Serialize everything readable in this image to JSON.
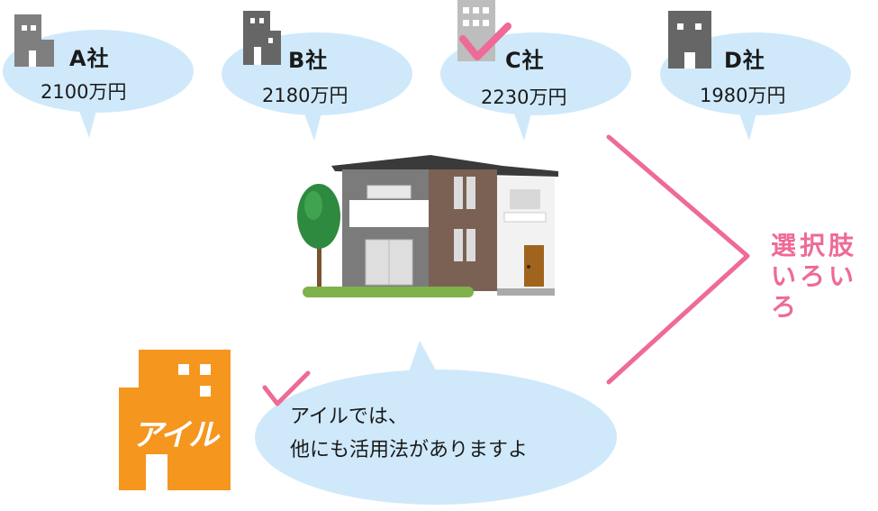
{
  "companies": [
    {
      "name": "A社",
      "price": "2100万円",
      "building_color": "#7f7f7f"
    },
    {
      "name": "B社",
      "price": "2180万円",
      "building_color": "#666666"
    },
    {
      "name": "C社",
      "price": "2230万円",
      "building_color": "#bdbdbd"
    },
    {
      "name": "D社",
      "price": "1980万円",
      "building_color": "#666666"
    }
  ],
  "selected_company": "C社",
  "side_label": {
    "line1": "選択肢",
    "line2": "いろいろ"
  },
  "aile": {
    "logo_text": "アイル",
    "message_line1": "アイルでは、",
    "message_line2": "他にも活用法がありますよ",
    "brand_color": "#f5961e"
  },
  "colors": {
    "bubble": "#cfe9fb",
    "accent_pink": "#ee6a98"
  }
}
